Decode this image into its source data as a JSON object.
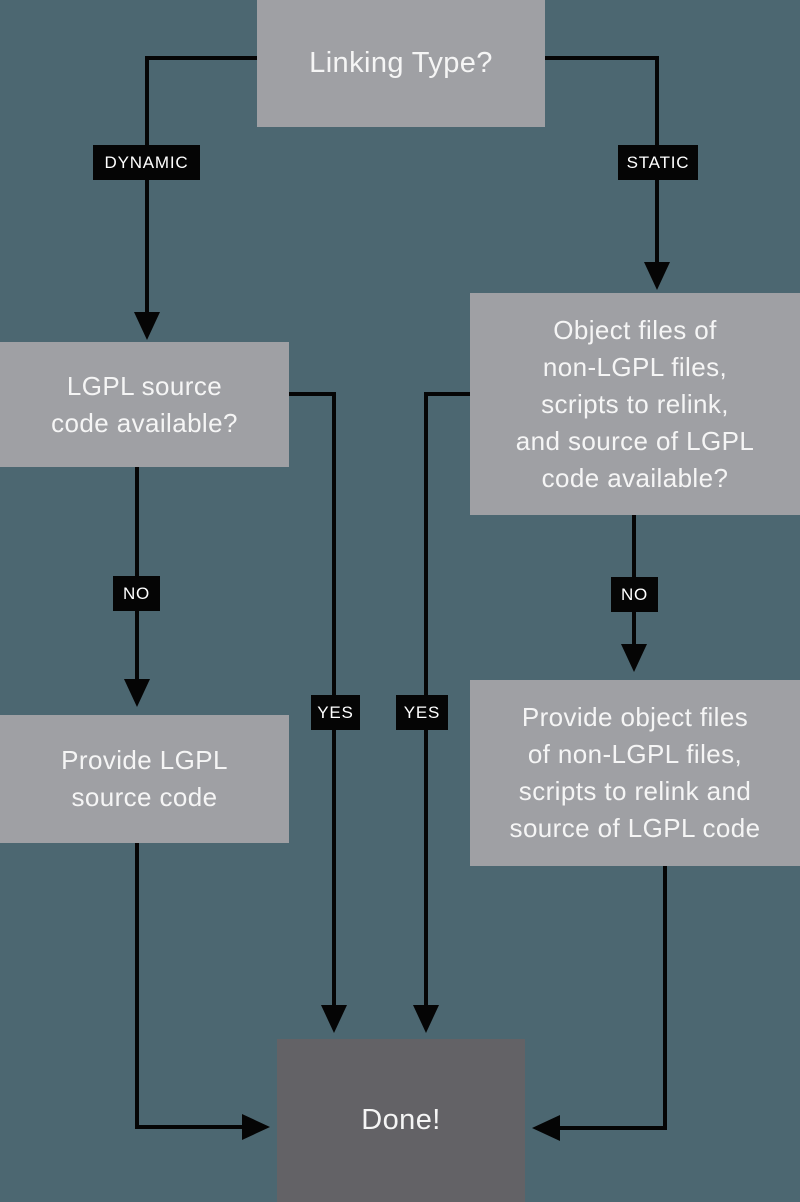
{
  "colors": {
    "background": "#4c6771",
    "node_fill": "#9fa0a4",
    "terminal_fill": "#636266",
    "connector": "#050505",
    "node_text": "#f5f5f5",
    "label_text": "#ffffff"
  },
  "flowchart": {
    "nodes": {
      "linking_type": {
        "label": "Linking Type?"
      },
      "lgpl_source_available": {
        "label": "LGPL source\ncode available?"
      },
      "object_files_available": {
        "label": "Object files of\nnon-LGPL files,\nscripts to relink,\nand source of LGPL\ncode available?"
      },
      "provide_lgpl_source": {
        "label": "Provide LGPL\nsource code"
      },
      "provide_object_files": {
        "label": "Provide object files\nof non-LGPL files,\nscripts to relink and\nsource of LGPL code"
      },
      "done": {
        "label": "Done!"
      }
    },
    "edge_labels": {
      "dynamic": "DYNAMIC",
      "static": "STATIC",
      "no_left": "NO",
      "no_right": "NO",
      "yes_left": "YES",
      "yes_right": "YES"
    }
  }
}
